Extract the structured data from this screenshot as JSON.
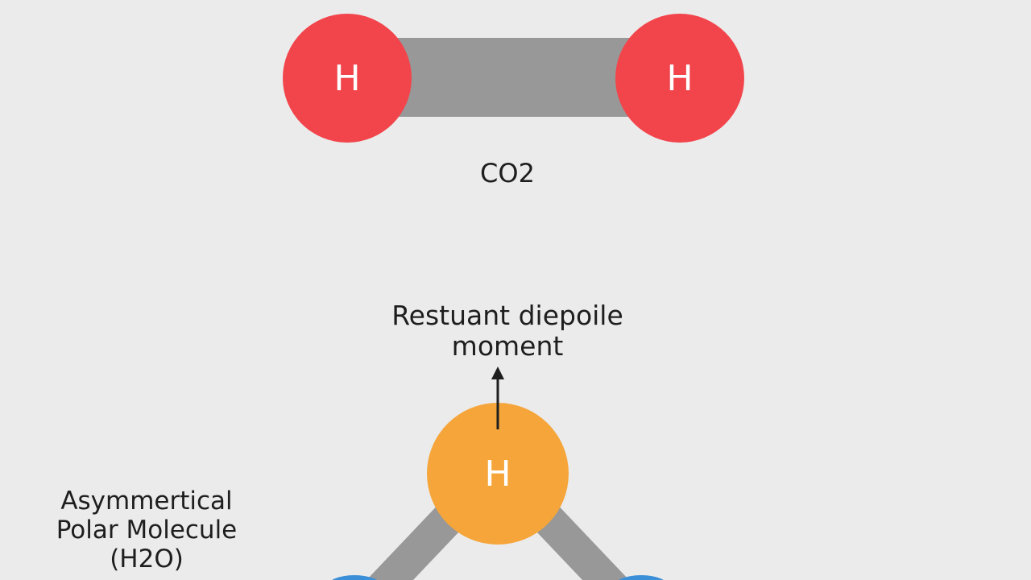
{
  "colors": {
    "background": "#ebebeb",
    "bond": "#989898",
    "atom_red": "#f2444b",
    "atom_orange": "#f5a53a",
    "atom_blue": "#3b8fd8",
    "arrow": "#1e1e1e"
  },
  "top_molecule": {
    "left_atom": "H",
    "right_atom": "H",
    "caption": "CO2"
  },
  "bottom_molecule": {
    "arrow_label_line1": "Restuant diepoile",
    "arrow_label_line2": "moment",
    "center_atom": "H",
    "side_label_line1": "Asymmertical",
    "side_label_line2": "Polar Molecule",
    "side_label_line3": "(H2O)"
  }
}
